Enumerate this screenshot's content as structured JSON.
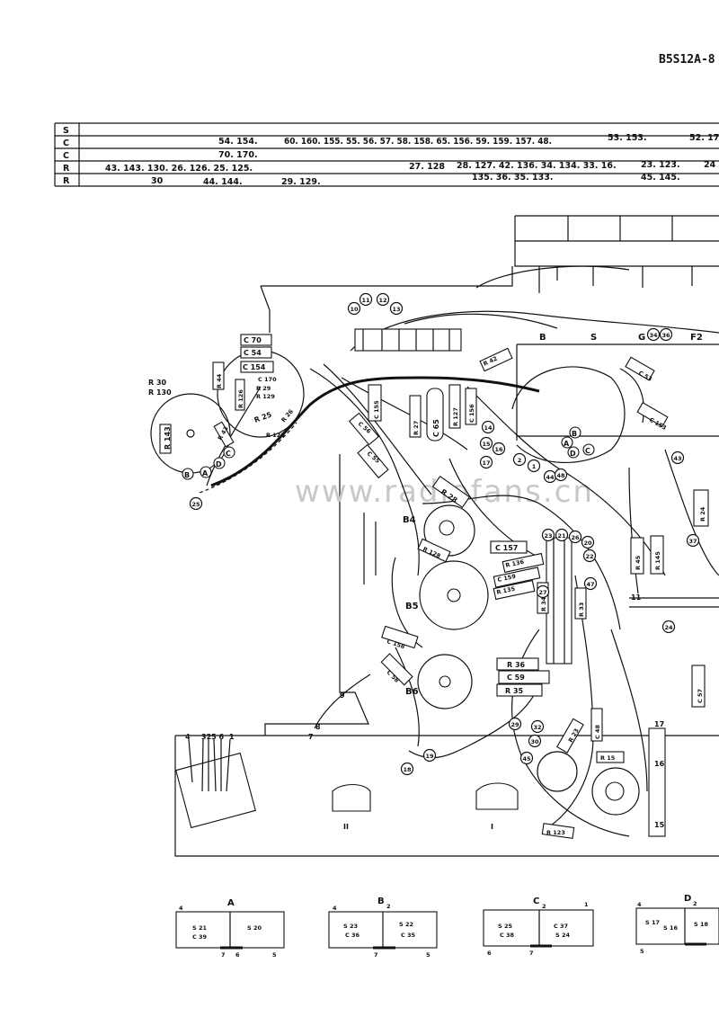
{
  "document": {
    "reference": "B5S12A-8",
    "watermark": "www.radiofans.cn"
  },
  "index_table": {
    "row_keys": [
      "S",
      "C",
      "C",
      "R",
      "R"
    ],
    "rows": [
      [
        "54. 154.",
        "60. 160. 155. 55. 56. 57. 58. 158. 65. 156. 59. 159. 157. 48.",
        "53. 153.",
        "52. 17"
      ],
      [
        "70. 170."
      ],
      [
        "43. 143. 130. 26. 126. 25. 125.",
        "27. 128",
        "28. 127. 42. 136. 34. 134. 33. 16.",
        "23. 123.",
        "24"
      ],
      [
        "30",
        "44. 144.",
        "29. 129.",
        "135. 36. 35. 133.",
        "45. 145."
      ]
    ]
  },
  "component_labels": {
    "c70": "C 70",
    "c54": "C 54",
    "c154": "C 154",
    "c170": "C 170",
    "r44": "R 44",
    "r126": "R 126",
    "r29": "R 29",
    "r129": "R 129",
    "r25": "R 25",
    "r125": "R 125",
    "r26": "R 26",
    "r43": "R 43",
    "r143": "R 143",
    "r30": "R 30",
    "r130": "R 130",
    "c55": "C 55",
    "c155": "C 155",
    "c56": "C 56",
    "r27": "R 27",
    "c65": "C 65",
    "r127": "R 127",
    "c156": "C 156",
    "r42": "R 42",
    "c53": "C 53",
    "c153": "C 153",
    "r28": "R 28",
    "r128": "R 128",
    "c157": "C 157",
    "r136": "R 136",
    "c159": "C 159",
    "r135": "R 135",
    "c158": "C 158",
    "c58": "C 58",
    "r36": "R 36",
    "c59": "C 59",
    "r35": "R 35",
    "r34": "R 34",
    "r33": "R 33",
    "r45": "R 45",
    "r145": "R 145",
    "c48": "C 48",
    "r23": "R 23",
    "r15": "R 15",
    "r123": "R 123",
    "r24": "R 24",
    "c57": "C 57"
  },
  "tube_labels": {
    "b4": "B4",
    "b5": "B5",
    "b6": "B6"
  },
  "section_labels": {
    "b": "B",
    "s": "S",
    "g": "G",
    "f2": "F2"
  },
  "terminal_letters": {
    "a": "A",
    "b": "B",
    "c": "C",
    "d": "D"
  },
  "circled_numbers": [
    "10",
    "11",
    "12",
    "13",
    "14",
    "15",
    "16",
    "17",
    "2",
    "1",
    "44",
    "43",
    "48",
    "34",
    "36",
    "37",
    "23",
    "21",
    "26",
    "20",
    "22",
    "27",
    "47",
    "24",
    "29",
    "32",
    "30",
    "45",
    "18",
    "19",
    "25"
  ],
  "wire_numbers": {
    "w9": "9",
    "w8": "8",
    "w7": "7",
    "w4": "4",
    "w3256": "325 6",
    "w1": "1",
    "w17": "17",
    "w16": "16",
    "w15": "15",
    "w11": "11"
  },
  "plug_labels": {
    "p2": "II",
    "p1": "I"
  },
  "coils": [
    {
      "title": "A",
      "left_coil": "S 21",
      "left_cap": "C 39",
      "right_coil": "S 20",
      "pins": [
        "4",
        "7",
        "6",
        "5"
      ]
    },
    {
      "title": "B",
      "sub": "2",
      "left_coil": "S 23",
      "left_cap": "C 36",
      "right_coil": "S 22",
      "right_cap": "C 35",
      "pins": [
        "4",
        "7",
        "5"
      ]
    },
    {
      "title": "C",
      "sub": "2",
      "left_coil": "S 25",
      "left_cap": "C 38",
      "right_coil": "C 37",
      "right_cap": "S 24",
      "pins": [
        "1",
        "6",
        "7"
      ]
    },
    {
      "title": "D",
      "sub": "2",
      "left_coil": "S 17",
      "left_cap": "S 16",
      "right_coil": "S 18",
      "pins": [
        "4",
        "5"
      ]
    }
  ]
}
